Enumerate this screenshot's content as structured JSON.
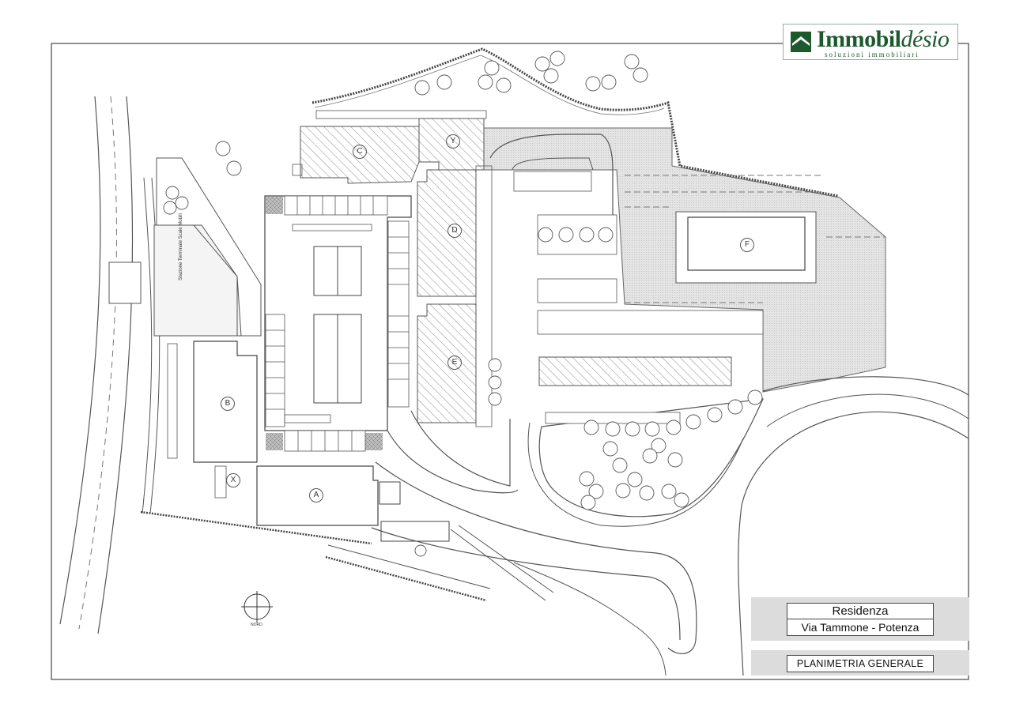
{
  "logo": {
    "brand_bold": "Immobil",
    "brand_italic": "désio",
    "tagline": "soluzioni immobiliari",
    "color": "#1c5a2e"
  },
  "title_block": {
    "line1": "Residenza",
    "line2": "Via Tammone - Potenza"
  },
  "sheet": {
    "label": "PLANIMETRIA GENERALE"
  },
  "buildings": {
    "A": "A",
    "B": "B",
    "C": "C",
    "D": "D",
    "E": "E",
    "F": "F",
    "X": "X",
    "Y": "Y"
  },
  "annotations": {
    "station_text": "Stazione Terminale Scale Mobili",
    "north_label": "NORD"
  },
  "colors": {
    "line": "#444444",
    "hatch": "#777777",
    "gray_fill": "#d9d9d9"
  }
}
